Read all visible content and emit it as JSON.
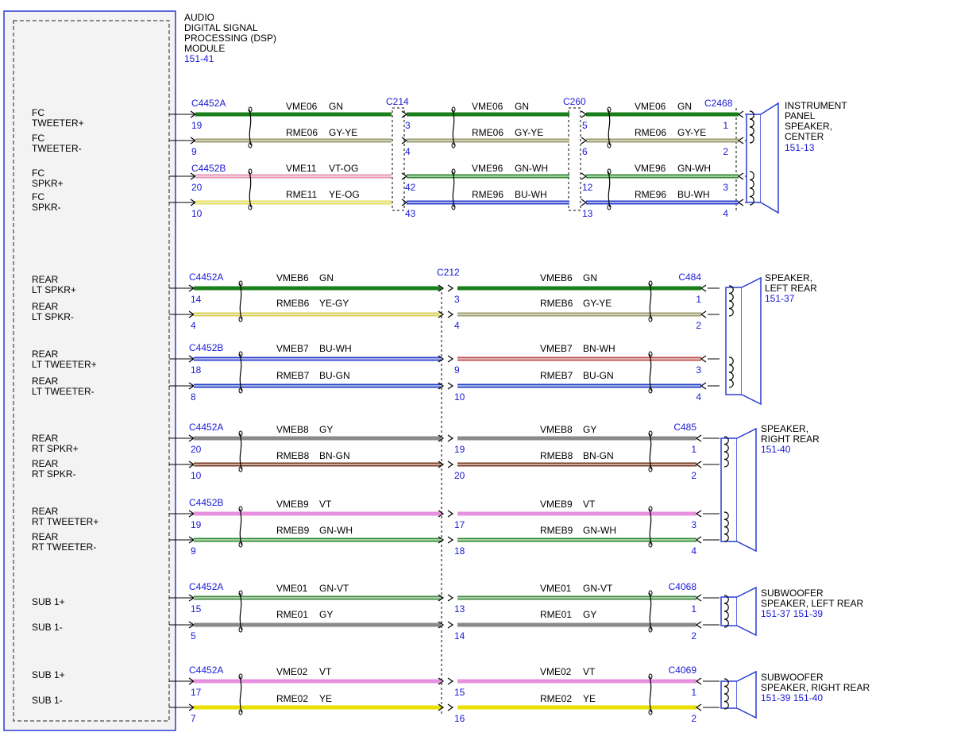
{
  "module": {
    "title": [
      "AUDIO",
      "DIGITAL SIGNAL",
      "PROCESSING (DSP)",
      "MODULE"
    ],
    "ref": "151-41",
    "pins": [
      [
        "FC",
        "TWEETER+"
      ],
      [
        "FC",
        "TWEETER-"
      ],
      [
        "FC",
        "SPKR+"
      ],
      [
        "FC",
        "SPKR-"
      ],
      [
        "REAR",
        "LT SPKR+"
      ],
      [
        "REAR",
        "LT SPKR-"
      ],
      [
        "REAR",
        "LT TWEETER+"
      ],
      [
        "REAR",
        "LT TWEETER-"
      ],
      [
        "REAR",
        "RT SPKR+"
      ],
      [
        "REAR",
        "RT SPKR-"
      ],
      [
        "REAR",
        "RT TWEETER+"
      ],
      [
        "REAR",
        "RT TWEETER-"
      ],
      [
        "SUB 1+"
      ],
      [
        "SUB 1-"
      ],
      [
        "SUB 1+"
      ],
      [
        "SUB 1-"
      ]
    ]
  },
  "colors": {
    "GN": "#1a7f1a",
    "GY-YE": "#9a9a6a",
    "VT-OG": "#e890b0",
    "YE-OG": "#e6e05a",
    "GN-WH": "#2e8b2e",
    "BU-WH": "#2b3fd0",
    "YE-GY": "#d8cf50",
    "BU-GN": "#1c3fc8",
    "BN-WH": "#c04a4a",
    "GY": "#8a8a8a",
    "BN-GN": "#7a3a22",
    "VT": "#e890e0",
    "GN-VT": "#3a8a3a",
    "YE": "#e8e000",
    "stripe": "#f2f2f2",
    "border": "#2a3cd0",
    "connector": "#1a1ad6"
  },
  "center_circuits": {
    "connectors": [
      "C4452A",
      "C214",
      "C260",
      "C2468",
      "C4452B"
    ],
    "speaker": [
      "INSTRUMENT",
      "PANEL",
      "SPEAKER,",
      "CENTER"
    ],
    "speaker_ref": "151-13",
    "wires": [
      {
        "segments": [
          {
            "circuit": "VME06",
            "color": "GN"
          },
          {
            "circuit": "VME06",
            "color": "GN"
          },
          {
            "circuit": "VME06",
            "color": "GN"
          }
        ],
        "pins": [
          "19",
          "3",
          "5",
          "1"
        ]
      },
      {
        "segments": [
          {
            "circuit": "RME06",
            "color": "GY-YE"
          },
          {
            "circuit": "RME06",
            "color": "GY-YE"
          },
          {
            "circuit": "RME06",
            "color": "GY-YE"
          }
        ],
        "pins": [
          "9",
          "4",
          "6",
          "2"
        ]
      },
      {
        "segments": [
          {
            "circuit": "VME11",
            "color": "VT-OG"
          },
          {
            "circuit": "VME96",
            "color": "GN-WH"
          },
          {
            "circuit": "VME96",
            "color": "GN-WH"
          }
        ],
        "pins": [
          "20",
          "42",
          "12",
          "3"
        ]
      },
      {
        "segments": [
          {
            "circuit": "RME11",
            "color": "YE-OG"
          },
          {
            "circuit": "RME96",
            "color": "BU-WH"
          },
          {
            "circuit": "RME96",
            "color": "BU-WH"
          }
        ],
        "pins": [
          "10",
          "43",
          "13",
          "4"
        ]
      }
    ]
  },
  "rear_circuits": {
    "inline_connector": "C212",
    "groups": [
      {
        "connector": "C4452A",
        "end_connector": "C484",
        "wires": [
          {
            "segments": [
              {
                "circuit": "VMEB6",
                "color": "GN"
              },
              {
                "circuit": "VMEB6",
                "color": "GN"
              }
            ],
            "pins": [
              "14",
              "3",
              "1"
            ]
          },
          {
            "segments": [
              {
                "circuit": "RMEB6",
                "color": "YE-GY"
              },
              {
                "circuit": "RMEB6",
                "color": "GY-YE"
              }
            ],
            "pins": [
              "4",
              "4",
              "2"
            ]
          }
        ]
      },
      {
        "connector": "C4452B",
        "end_connector": "",
        "wires": [
          {
            "segments": [
              {
                "circuit": "VMEB7",
                "color": "BU-WH"
              },
              {
                "circuit": "VMEB7",
                "color": "BN-WH"
              }
            ],
            "pins": [
              "18",
              "9",
              "3"
            ]
          },
          {
            "segments": [
              {
                "circuit": "RMEB7",
                "color": "BU-GN"
              },
              {
                "circuit": "RMEB7",
                "color": "BU-GN"
              }
            ],
            "pins": [
              "8",
              "10",
              "4"
            ]
          }
        ]
      },
      {
        "connector": "C4452A",
        "end_connector": "C485",
        "wires": [
          {
            "segments": [
              {
                "circuit": "VMEB8",
                "color": "GY"
              },
              {
                "circuit": "VMEB8",
                "color": "GY"
              }
            ],
            "pins": [
              "20",
              "19",
              "1"
            ]
          },
          {
            "segments": [
              {
                "circuit": "RMEB8",
                "color": "BN-GN"
              },
              {
                "circuit": "RMEB8",
                "color": "BN-GN"
              }
            ],
            "pins": [
              "10",
              "20",
              "2"
            ]
          }
        ]
      },
      {
        "connector": "C4452B",
        "end_connector": "",
        "wires": [
          {
            "segments": [
              {
                "circuit": "VMEB9",
                "color": "VT"
              },
              {
                "circuit": "VMEB9",
                "color": "VT"
              }
            ],
            "pins": [
              "19",
              "17",
              "3"
            ]
          },
          {
            "segments": [
              {
                "circuit": "RMEB9",
                "color": "GN-WH"
              },
              {
                "circuit": "RMEB9",
                "color": "GN-WH"
              }
            ],
            "pins": [
              "9",
              "18",
              "4"
            ]
          }
        ]
      },
      {
        "connector": "C4452A",
        "end_connector": "C4068",
        "wires": [
          {
            "segments": [
              {
                "circuit": "VME01",
                "color": "GN-VT"
              },
              {
                "circuit": "VME01",
                "color": "GN-VT"
              }
            ],
            "pins": [
              "15",
              "13",
              "1"
            ]
          },
          {
            "segments": [
              {
                "circuit": "RME01",
                "color": "GY"
              },
              {
                "circuit": "RME01",
                "color": "GY"
              }
            ],
            "pins": [
              "5",
              "14",
              "2"
            ]
          }
        ]
      },
      {
        "connector": "C4452A",
        "end_connector": "C4069",
        "wires": [
          {
            "segments": [
              {
                "circuit": "VME02",
                "color": "VT"
              },
              {
                "circuit": "VME02",
                "color": "VT"
              }
            ],
            "pins": [
              "17",
              "15",
              "1"
            ]
          },
          {
            "segments": [
              {
                "circuit": "RME02",
                "color": "YE"
              },
              {
                "circuit": "RME02",
                "color": "YE"
              }
            ],
            "pins": [
              "7",
              "16",
              "2"
            ]
          }
        ]
      }
    ]
  },
  "speakers": [
    {
      "label": [
        "SPEAKER,",
        "LEFT REAR"
      ],
      "refs": "151-37"
    },
    {
      "label": [
        "SPEAKER,",
        "RIGHT REAR"
      ],
      "refs": "151-40"
    },
    {
      "label": [
        "SUBWOOFER",
        "SPEAKER, LEFT REAR"
      ],
      "refs": "151-37  151-39"
    },
    {
      "label": [
        "SUBWOOFER",
        "SPEAKER, RIGHT REAR"
      ],
      "refs": "151-39  151-40"
    }
  ]
}
